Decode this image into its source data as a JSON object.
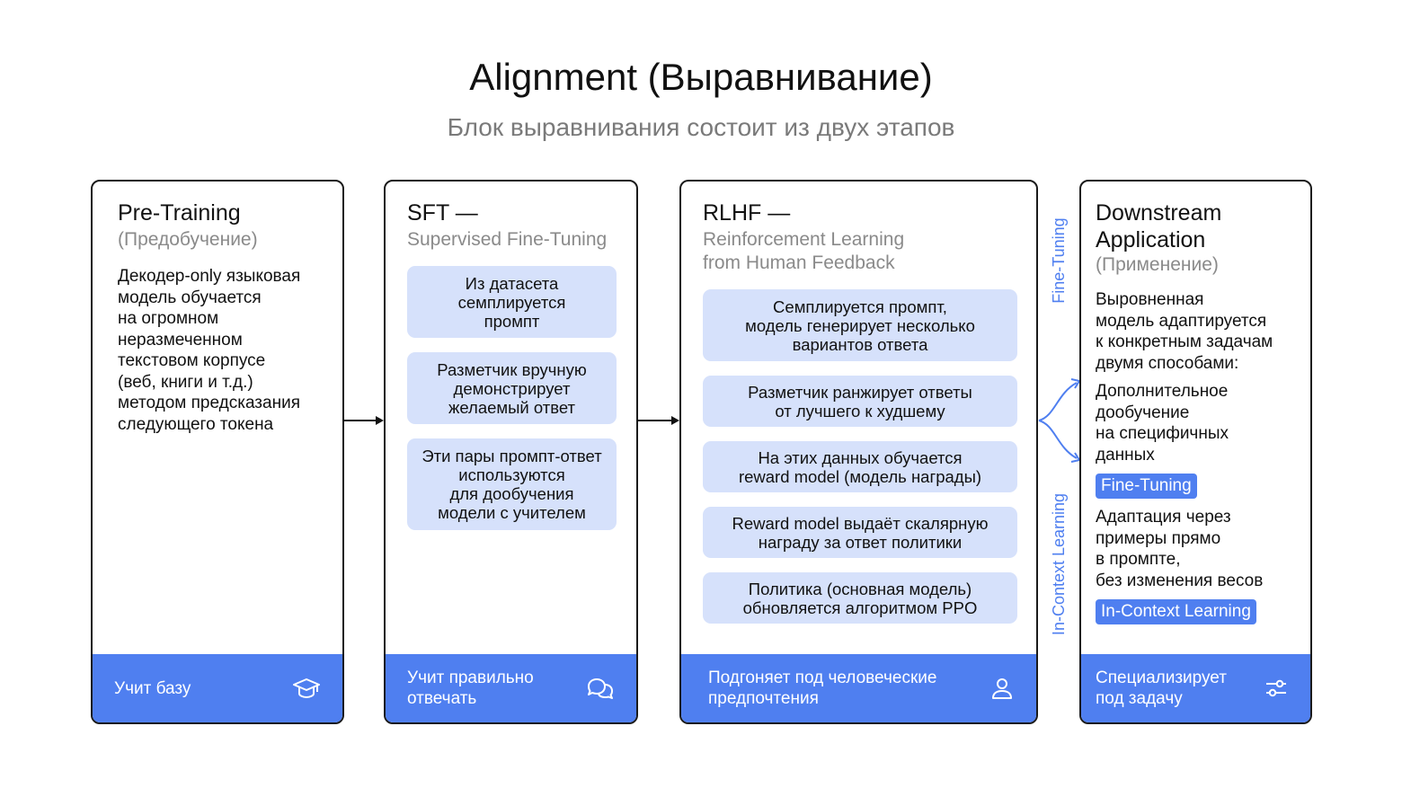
{
  "title": "Alignment (Выравнивание)",
  "subtitle": "Блок выравнивания состоит из двух этапов",
  "colors": {
    "accent": "#4f7ff0",
    "step_bg": "#d6e1fb",
    "muted": "#8a8a8a"
  },
  "pretraining": {
    "heading": "Pre-Training",
    "subheading": "(Предобучение)",
    "body": [
      "Декодер-only языковая",
      "модель обучается",
      "на огромном",
      "неразмеченном",
      "текстовом корпусе",
      "(веб, книги и т.д.)",
      "методом предсказания",
      "следующего токена"
    ],
    "footer": "Учит базу",
    "footer_icon": "graduation-cap-icon"
  },
  "sft": {
    "heading": "SFT —",
    "subheading": "Supervised Fine-Tuning",
    "steps": [
      [
        "Из датасета",
        "семплируется",
        "промпт"
      ],
      [
        "Разметчик вручную",
        "демонстрирует",
        "желаемый ответ"
      ],
      [
        "Эти пары промпт-ответ",
        "используются",
        "для дообучения",
        "модели с учителем"
      ]
    ],
    "footer": [
      "Учит правильно",
      "отвечать"
    ],
    "footer_icon": "chat-bubbles-icon"
  },
  "rlhf": {
    "heading": "RLHF —",
    "subheading": [
      "Reinforcement Learning",
      "from Human Feedback"
    ],
    "steps": [
      [
        "Семплируется промпт,",
        "модель генерирует несколько",
        "вариантов ответа"
      ],
      [
        "Разметчик ранжирует ответы",
        "от лучшего к худшему"
      ],
      [
        "На этих данных обучается",
        "reward model (модель награды)"
      ],
      [
        "Reward model выдаёт скалярную",
        "награду за ответ политики"
      ],
      [
        "Политика (основная модель)",
        "обновляется алгоритмом PPO"
      ]
    ],
    "footer": [
      "Подгоняет под человеческие",
      "предпочтения"
    ],
    "footer_icon": "user-icon"
  },
  "branch_labels": {
    "top": "Fine-Tuning",
    "bottom": "In-Context Learning"
  },
  "downstream": {
    "heading": [
      "Downstream",
      "Application"
    ],
    "subheading": "(Применение)",
    "intro": [
      "Выровненная",
      "модель адаптируется",
      "к конкретным задачам",
      "двумя способами:"
    ],
    "method1": [
      "Дополнительное",
      "дообучение",
      "на специфичных",
      "данных"
    ],
    "tag1": "Fine-Tuning",
    "method2": [
      "Адаптация через",
      "примеры прямо",
      "в промпте,",
      "без изменения весов"
    ],
    "tag2": "In-Context Learning",
    "footer": [
      "Специализирует",
      "под задачу"
    ],
    "footer_icon": "sliders-icon"
  }
}
